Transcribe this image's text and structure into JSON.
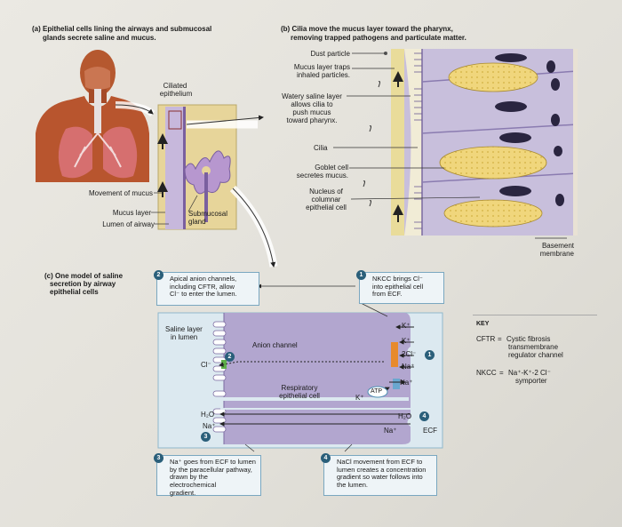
{
  "panel_a": {
    "title_line1": "(a) Epithelial cells lining the airways and submucosal",
    "title_line2": "glands secrete saline and mucus.",
    "ciliated": "Ciliated",
    "epithelium": "epithelium",
    "movement_of_mucus": "Movement of mucus",
    "mucus_layer": "Mucus layer",
    "lumen_of_airway": "Lumen of airway",
    "submucosal": "Submucosal",
    "gland": "gland"
  },
  "panel_b": {
    "title_line1": "(b) Cilia move the mucus layer toward the pharynx,",
    "title_line2": "removing trapped pathogens and particulate matter.",
    "dust_particle": "Dust particle",
    "mucus_traps_1": "Mucus layer traps",
    "mucus_traps_2": "inhaled particles.",
    "watery_1": "Watery saline layer",
    "watery_2": "allows cilia to",
    "watery_3": "push mucus",
    "watery_4": "toward pharynx.",
    "cilia": "Cilia",
    "goblet_1": "Goblet cell",
    "goblet_2": "secretes mucus.",
    "nucleus_1": "Nucleus of",
    "nucleus_2": "columnar",
    "nucleus_3": "epithelial cell",
    "basement_1": "Basement",
    "basement_2": "membrane"
  },
  "panel_c": {
    "title_line1": "(c) One model of saline",
    "title_line2": "secretion by airway",
    "title_line3": "epithelial cells",
    "step2_num": "2",
    "step2_line1": "Apical anion channels,",
    "step2_line2": "including CFTR, allow",
    "step2_line3": "Cl⁻ to enter the lumen.",
    "step1_num": "1",
    "step1_line1": "NKCC brings Cl⁻",
    "step1_line2": "into epithelial cell",
    "step1_line3": "from ECF.",
    "saline_layer_1": "Saline layer",
    "saline_layer_2": "in lumen",
    "anion_channel": "Anion channel",
    "respiratory_1": "Respiratory",
    "respiratory_2": "epithelial cell",
    "cl_minus": "Cl⁻",
    "h2o_left": "H₂O",
    "na_left": "Na⁺",
    "k_top": "K⁺",
    "k_2": "K⁺",
    "two_cl": "2Cl⁻",
    "na_mid": "Na⁺",
    "na_lower": "Na⁺",
    "k_atp": "K⁺",
    "atp": "ATP",
    "h2o_right": "H₂O",
    "na_bottom": "Na⁺",
    "ecf": "ECF",
    "num2": "2",
    "num3": "3",
    "num1": "1",
    "num4": "4",
    "step3_num": "3",
    "step3_line1": "Na⁺ goes from ECF to lumen",
    "step3_line2": "by the paracellular pathway,",
    "step3_line3": "drawn by the electrochemical",
    "step3_line4": "gradient.",
    "step4_num": "4",
    "step4_line1": "NaCl movement from ECF to",
    "step4_line2": "lumen creates a concentration",
    "step4_line3": "gradient so water follows into",
    "step4_line4": "the lumen."
  },
  "key": {
    "title": "KEY",
    "cftr_abbr": "CFTR",
    "cftr_def_1": "Cystic fibrosis",
    "cftr_def_2": "transmembrane",
    "cftr_def_3": "regulator channel",
    "nkcc_abbr": "NKCC",
    "nkcc_def_1": "Na⁺-K⁺-2 Cl⁻",
    "nkcc_def_2": "symporter"
  },
  "colors": {
    "accent": "#2a5f7a",
    "cell": "#b9aed0",
    "mucus": "#e8d89a",
    "goblet": "#f0d77a",
    "skin": "#c8623a"
  }
}
